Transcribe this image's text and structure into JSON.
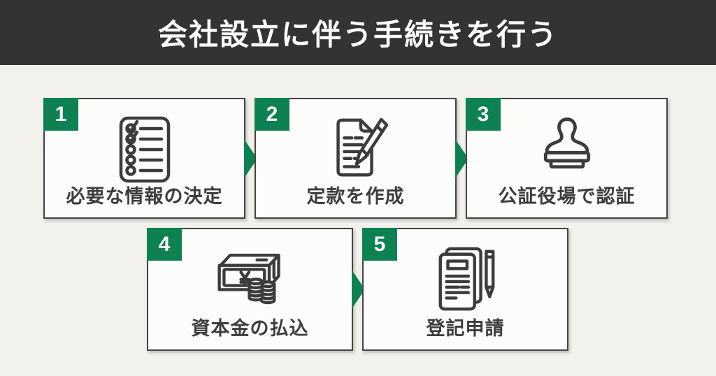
{
  "header": {
    "title": "会社設立に伴う手続きを行う"
  },
  "steps": [
    {
      "number": "1",
      "label": "必要な情報の決定",
      "icon": "checklist-icon"
    },
    {
      "number": "2",
      "label": "定款を作成",
      "icon": "document-pen-icon"
    },
    {
      "number": "3",
      "label": "公証役場で認証",
      "icon": "stamp-icon"
    },
    {
      "number": "4",
      "label": "資本金の払込",
      "icon": "money-yen-coins-icon"
    },
    {
      "number": "5",
      "label": "登記申請",
      "icon": "documents-pencil-icon"
    }
  ],
  "colors": {
    "accent_green": "#0E8152",
    "header_bg": "#333333",
    "header_text": "#FFFFFF",
    "page_bg": "#F2F1EC",
    "card_bg": "#FCFCFB",
    "card_border": "#444444",
    "label_text": "#3D3D3D"
  }
}
